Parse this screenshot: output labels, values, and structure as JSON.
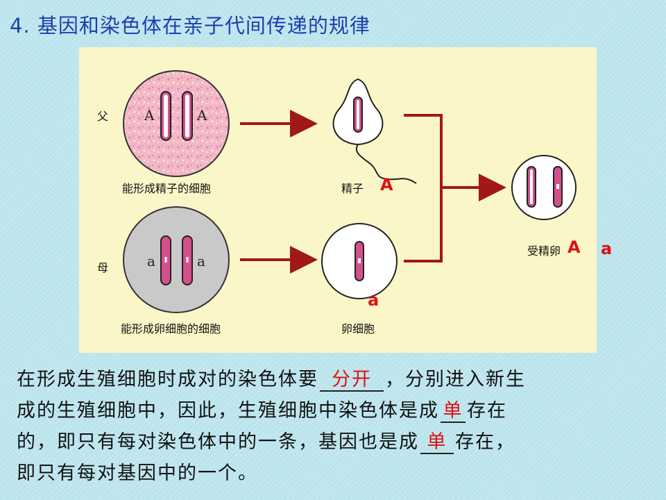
{
  "title": "4. 基因和染色体在亲子代间传递的规律",
  "figure": {
    "row_father_label": "父",
    "row_mother_label": "母",
    "father_cell_caption": "能形成精子的细胞",
    "mother_cell_caption": "能形成卵细胞的细胞",
    "sperm_caption": "精子",
    "egg_caption": "卵细胞",
    "zygote_caption": "受精卵",
    "father_allele_left": "A",
    "father_allele_right": "A",
    "mother_allele_left": "a",
    "mother_allele_right": "a",
    "sperm_allele": "A",
    "egg_allele": "a",
    "zygote_allele_1": "A",
    "zygote_allele_2": "a",
    "colors": {
      "father_cell": "#f2b8c6",
      "mother_cell": "#c9c9c9",
      "chromosome": "#d4508c",
      "arrow": "#a01818",
      "annotation": "#e01010"
    }
  },
  "text": {
    "line1_before": "在形成生殖细胞时成对的染色体要",
    "blank1": "分开",
    "line1_after": "，分别进入新生",
    "line2_before": "成的生殖细胞中，因此，生殖细胞中染色体是成",
    "blank2": "单",
    "line2_after": "存在",
    "line3_before": "的，即只有每对染色体中的一条，基因也是成",
    "blank3": "单",
    "line3_after": "存在，",
    "line4": "即只有每对基因中的一个。"
  }
}
